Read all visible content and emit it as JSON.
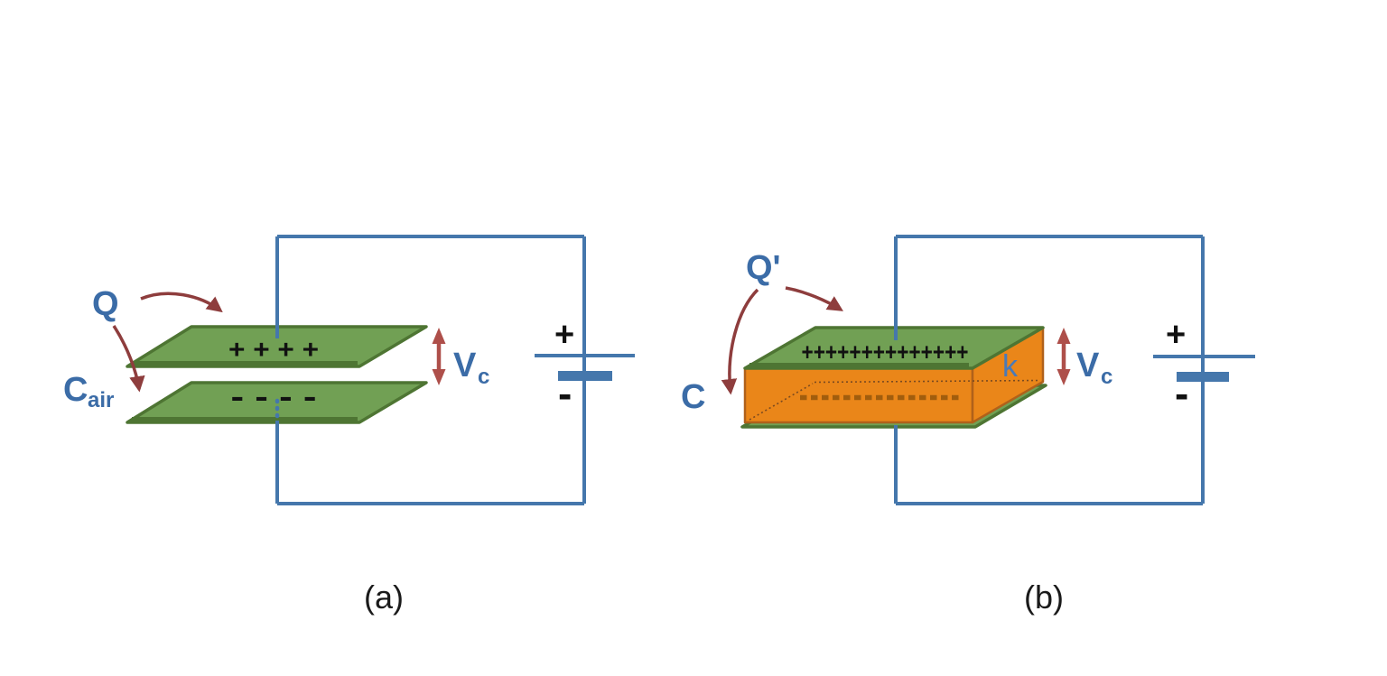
{
  "a": {
    "caption": "(a)",
    "charge_label": "Q",
    "capacitance_label_main": "C",
    "capacitance_label_sub": "air",
    "voltage_label_main": "V",
    "voltage_label_sub": "c",
    "top_plate_charges": "+ + + +",
    "bottom_plate_charges": "- - - -",
    "battery_positive": "+",
    "battery_negative": "-"
  },
  "b": {
    "caption": "(b)",
    "charge_label": "Q'",
    "capacitance_label": "C",
    "dielectric_label": "k",
    "voltage_label_main": "V",
    "voltage_label_sub": "c",
    "top_plate_charges": "++++++++++++++",
    "battery_positive": "+",
    "battery_negative": "-"
  },
  "colors": {
    "wire_blue": "#4577ac",
    "label_blue": "#3b6ca7",
    "dielectric_label_blue": "#4a7ab8",
    "plate_green": "#71a054",
    "plate_border_green": "#4e7533",
    "dielectric_orange": "#ea8619",
    "dielectric_border_brown": "#b0611a",
    "negative_dash_brown": "#a15d0d",
    "annotation_arrow_red": "#8e3d3d",
    "voltage_arrow_red": "#ae4f4a",
    "charge_text_black": "#111111",
    "background": "#ffffff"
  }
}
